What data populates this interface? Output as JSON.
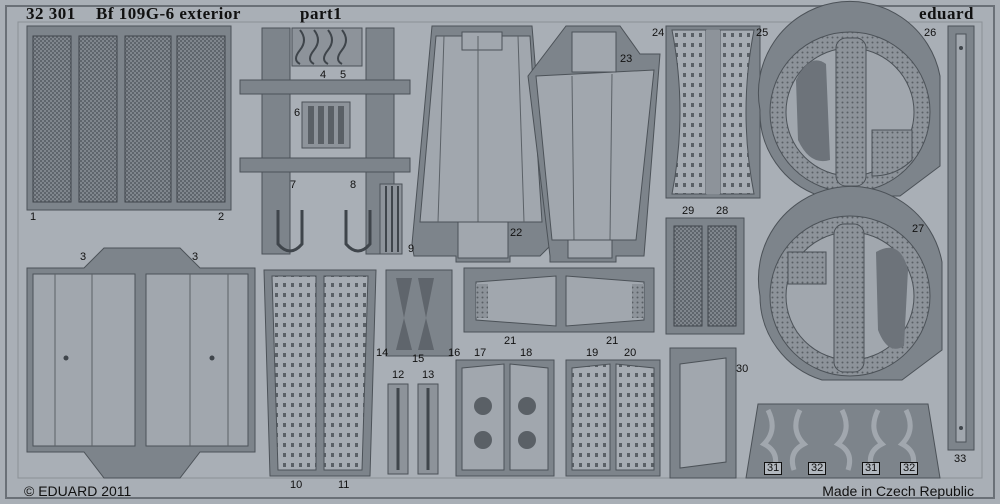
{
  "header": {
    "code": "32 301",
    "title": "Bf 109G-6 exterior",
    "part": "part1",
    "brand": "eduard"
  },
  "footer": {
    "copyright": "© EDUARD 2011",
    "origin": "Made in Czech Republic"
  },
  "part_numbers": {
    "p1": "1",
    "p2": "2",
    "p3a": "3",
    "p3b": "3",
    "p4": "4",
    "p5": "5",
    "p6": "6",
    "p7": "7",
    "p8": "8",
    "p9": "9",
    "p10": "10",
    "p11": "11",
    "p12": "12",
    "p13": "13",
    "p14": "14",
    "p15": "15",
    "p16": "16",
    "p17": "17",
    "p18": "18",
    "p19": "19",
    "p20": "20",
    "p21a": "21",
    "p21b": "21",
    "p22": "22",
    "p23": "23",
    "p24": "24",
    "p25": "25",
    "p26": "26",
    "p27": "27",
    "p28": "28",
    "p29": "29",
    "p30": "30",
    "p31a": "31",
    "p31b": "31",
    "p32a": "32",
    "p32b": "32",
    "p33": "33"
  },
  "colors": {
    "sheet": "#a9afb6",
    "frame": "#7d848b",
    "part": "#a1a7ae",
    "outline": "#4c5258",
    "mesh": "#6d737a"
  }
}
